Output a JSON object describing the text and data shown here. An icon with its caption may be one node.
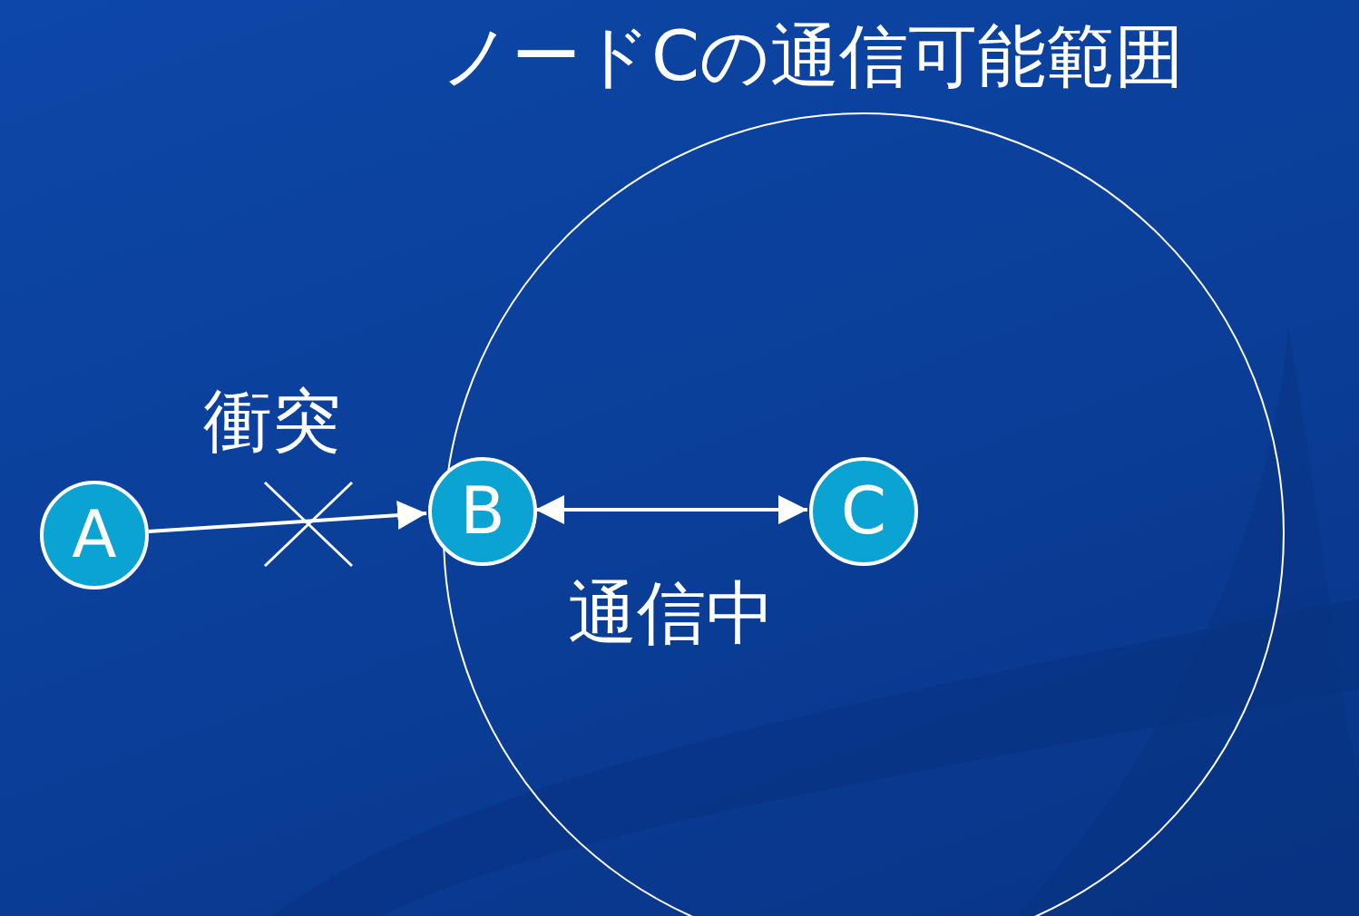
{
  "diagram": {
    "nodes": [
      {
        "text": [
          "ノードCの通信可能範囲"
        ]
      },
      {
        "text": [
          "A"
        ]
      },
      {
        "text": [
          "B"
        ],
        "in": 0
      },
      {
        "text": [
          "C"
        ],
        "in": 0
      }
    ],
    "edges": [
      {
        "from": 1,
        "to": 2,
        "arrow": "to",
        "label": "衝突"
      },
      {
        "from": 2,
        "to": 3,
        "arrow": "both",
        "label": "通信中"
      }
    ]
  }
}
